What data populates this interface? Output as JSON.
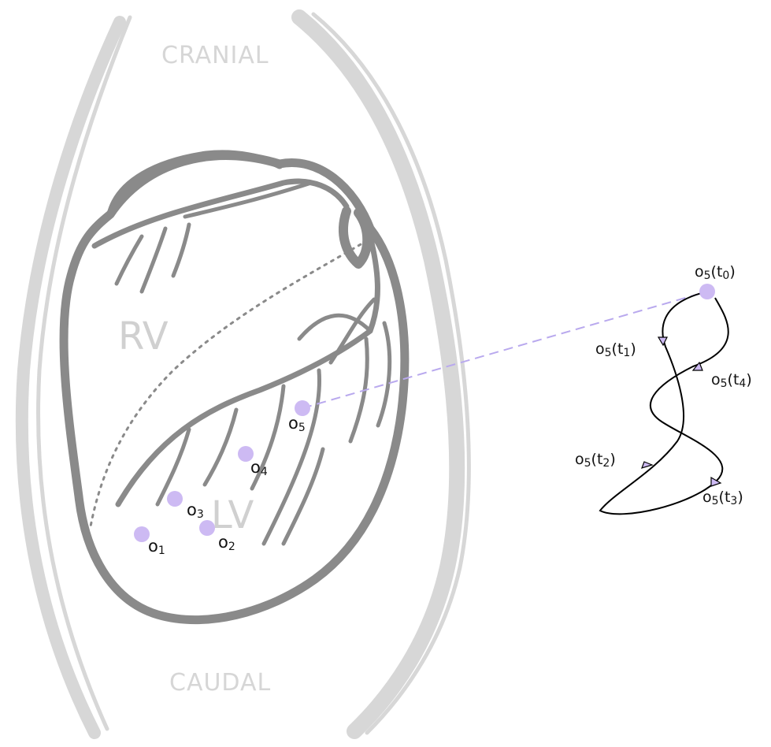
{
  "labels": {
    "cranial": "CRANIAL",
    "caudal": "CAUDAL",
    "rv": "RV",
    "lv": "LV"
  },
  "points": [
    {
      "id": "o1",
      "base": "o",
      "sub": "1"
    },
    {
      "id": "o2",
      "base": "o",
      "sub": "2"
    },
    {
      "id": "o3",
      "base": "o",
      "sub": "3"
    },
    {
      "id": "o4",
      "base": "o",
      "sub": "4"
    },
    {
      "id": "o5",
      "base": "o",
      "sub": "5"
    }
  ],
  "trajectory": [
    {
      "id": "t0",
      "base": "o",
      "sub": "5",
      "time": "t",
      "tsub": "0"
    },
    {
      "id": "t1",
      "base": "o",
      "sub": "5",
      "time": "t",
      "tsub": "1"
    },
    {
      "id": "t2",
      "base": "o",
      "sub": "5",
      "time": "t",
      "tsub": "2"
    },
    {
      "id": "t3",
      "base": "o",
      "sub": "5",
      "time": "t",
      "tsub": "3"
    },
    {
      "id": "t4",
      "base": "o",
      "sub": "5",
      "time": "t",
      "tsub": "4"
    }
  ],
  "colors": {
    "point": "#cdbaf3",
    "heart_outline": "#8a8a8a",
    "ribs": "#d7d7d7",
    "orientation_text": "#d6d6d6",
    "chamber_text": "#d0d0d0",
    "projection_line": "#b9a9ee",
    "trajectory": "#000000",
    "arrow_fill": "#cdbaf3"
  }
}
